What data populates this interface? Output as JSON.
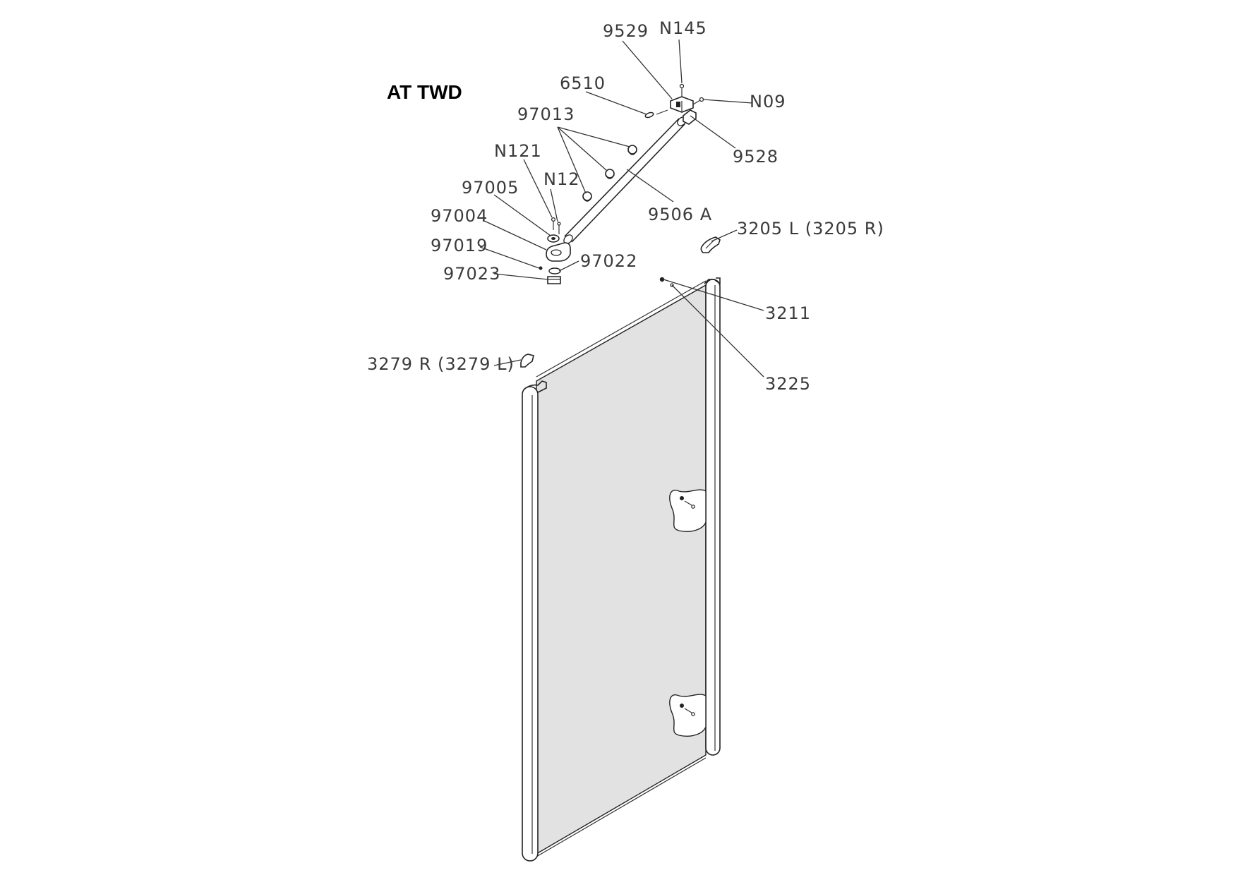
{
  "diagram": {
    "title": "AT TWD",
    "colors": {
      "glass": "#e2e2e2",
      "line": "#222222",
      "label": "#3a3a3a",
      "background": "#ffffff"
    },
    "parts": [
      {
        "id": "9529",
        "label": "9529"
      },
      {
        "id": "n145",
        "label": "N145"
      },
      {
        "id": "6510",
        "label": "6510"
      },
      {
        "id": "n09",
        "label": "N09"
      },
      {
        "id": "97013",
        "label": "97013"
      },
      {
        "id": "9528",
        "label": "9528"
      },
      {
        "id": "n121",
        "label": "N121"
      },
      {
        "id": "n12",
        "label": "N12"
      },
      {
        "id": "97005",
        "label": "97005"
      },
      {
        "id": "9506a",
        "label": "9506 A"
      },
      {
        "id": "97004",
        "label": "97004"
      },
      {
        "id": "3205",
        "label": "3205 L (3205 R)"
      },
      {
        "id": "97019",
        "label": "97019"
      },
      {
        "id": "97022",
        "label": "97022"
      },
      {
        "id": "97023",
        "label": "97023"
      },
      {
        "id": "3211",
        "label": "3211"
      },
      {
        "id": "3279",
        "label": "3279 R (3279 L)"
      },
      {
        "id": "3225",
        "label": "3225"
      }
    ]
  }
}
